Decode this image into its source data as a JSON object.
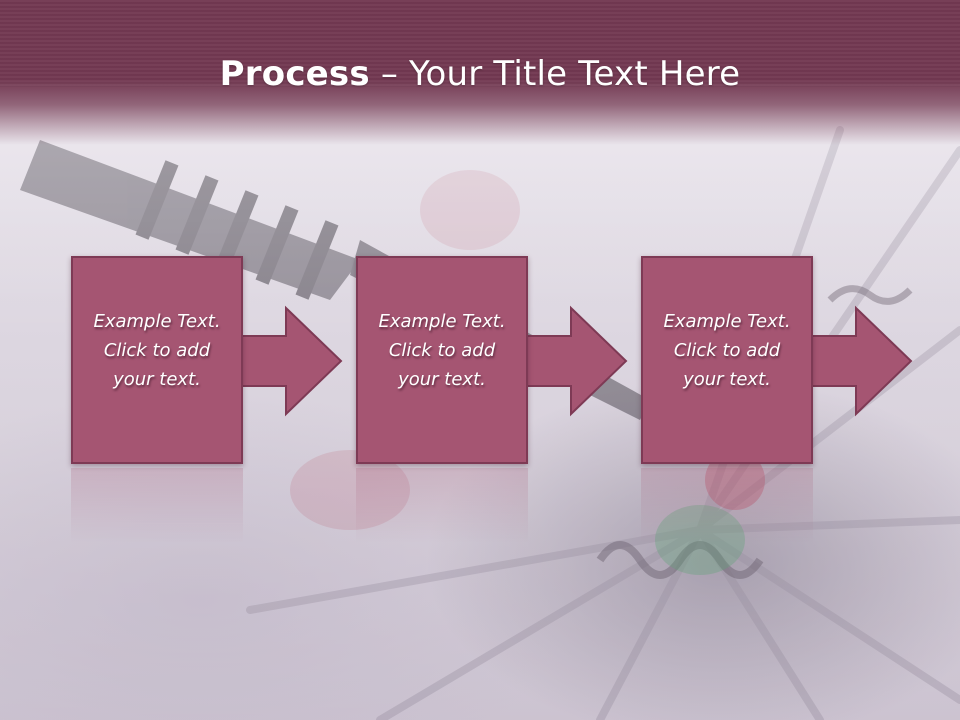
{
  "slide": {
    "title_bold": "Process",
    "title_rest": "– Your Title Text Here"
  },
  "steps": [
    {
      "line1": "Example Text.",
      "line2": "Click  to add",
      "line3": "your text."
    },
    {
      "line1": "Example Text.",
      "line2": "Click  to add",
      "line3": "your text."
    },
    {
      "line1": "Example Text.",
      "line2": "Click  to add",
      "line3": "your text."
    }
  ],
  "colors": {
    "title_band": "#733952",
    "box_fill": "#a55572",
    "box_border": "#7e3a55",
    "text": "#ffffff"
  },
  "icons": [
    "dart-background-image",
    "right-arrow-icon"
  ]
}
